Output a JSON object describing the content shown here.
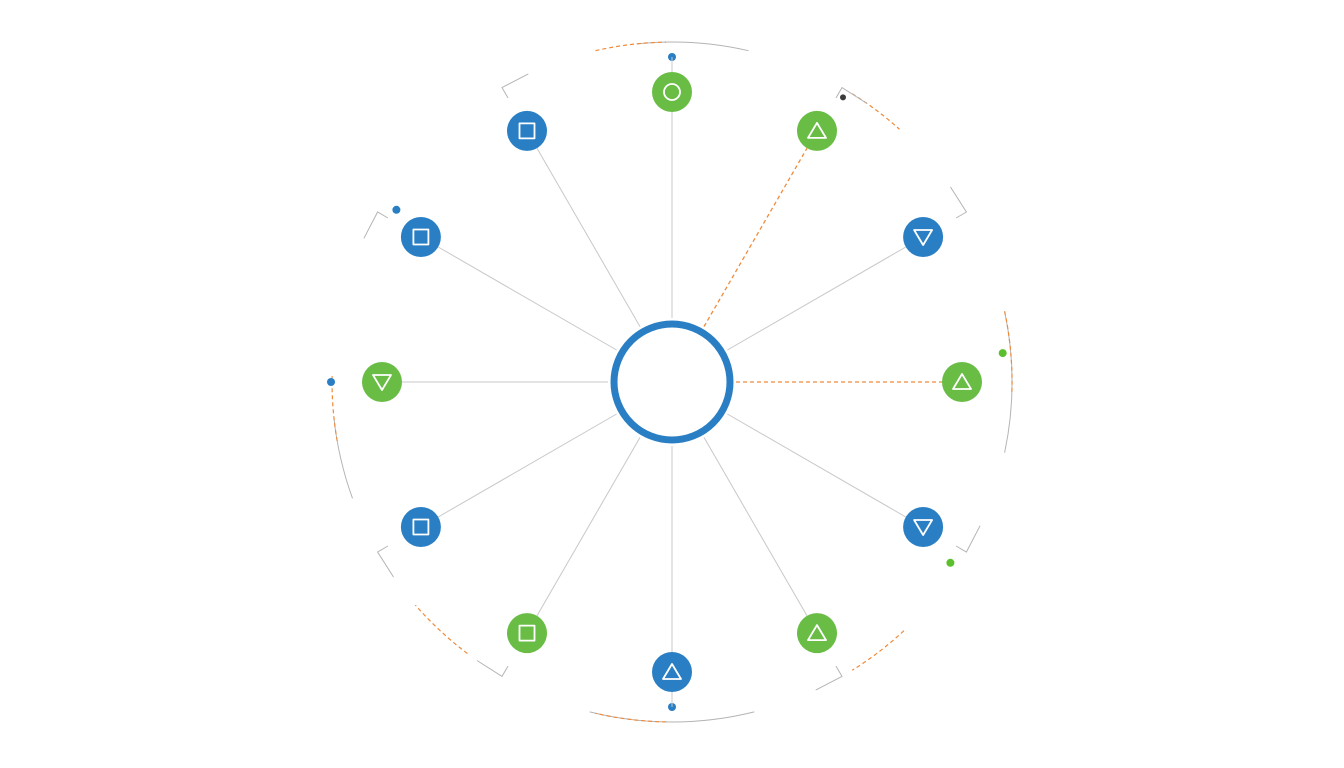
{
  "colors": {
    "blue": "#2a7fc4",
    "green": "#69bd45",
    "spoke": "#c8c8c8",
    "frame": "#b4b4b4",
    "dash": "#ef8a3a",
    "icon_stroke": "#ffffff",
    "hub_stroke": "#2a7fc4",
    "dot_dark": "#3c3c3c",
    "dot_green": "#5cc02e"
  },
  "hub": {
    "shape": "ring",
    "color_key": "hub_stroke"
  },
  "nodes": [
    {
      "id": "top",
      "color": "green",
      "icon": "circle-icon",
      "spoke": "solid"
    },
    {
      "id": "upper-right",
      "color": "green",
      "icon": "triangle-up-icon",
      "spoke": "dashed"
    },
    {
      "id": "right-upper",
      "color": "blue",
      "icon": "triangle-down-icon",
      "spoke": "solid"
    },
    {
      "id": "right",
      "color": "green",
      "icon": "triangle-up-icon",
      "spoke": "dashed"
    },
    {
      "id": "right-lower",
      "color": "blue",
      "icon": "triangle-down-icon",
      "spoke": "solid"
    },
    {
      "id": "lower-right",
      "color": "green",
      "icon": "triangle-up-icon",
      "spoke": "solid"
    },
    {
      "id": "bottom",
      "color": "blue",
      "icon": "triangle-up-icon",
      "spoke": "solid"
    },
    {
      "id": "lower-left",
      "color": "green",
      "icon": "square-icon",
      "spoke": "solid"
    },
    {
      "id": "left-lower",
      "color": "blue",
      "icon": "square-icon",
      "spoke": "solid"
    },
    {
      "id": "left",
      "color": "green",
      "icon": "triangle-down-icon",
      "spoke": "solid"
    },
    {
      "id": "left-upper",
      "color": "blue",
      "icon": "square-icon",
      "spoke": "solid"
    },
    {
      "id": "upper-left",
      "color": "blue",
      "icon": "square-icon",
      "spoke": "solid"
    }
  ]
}
